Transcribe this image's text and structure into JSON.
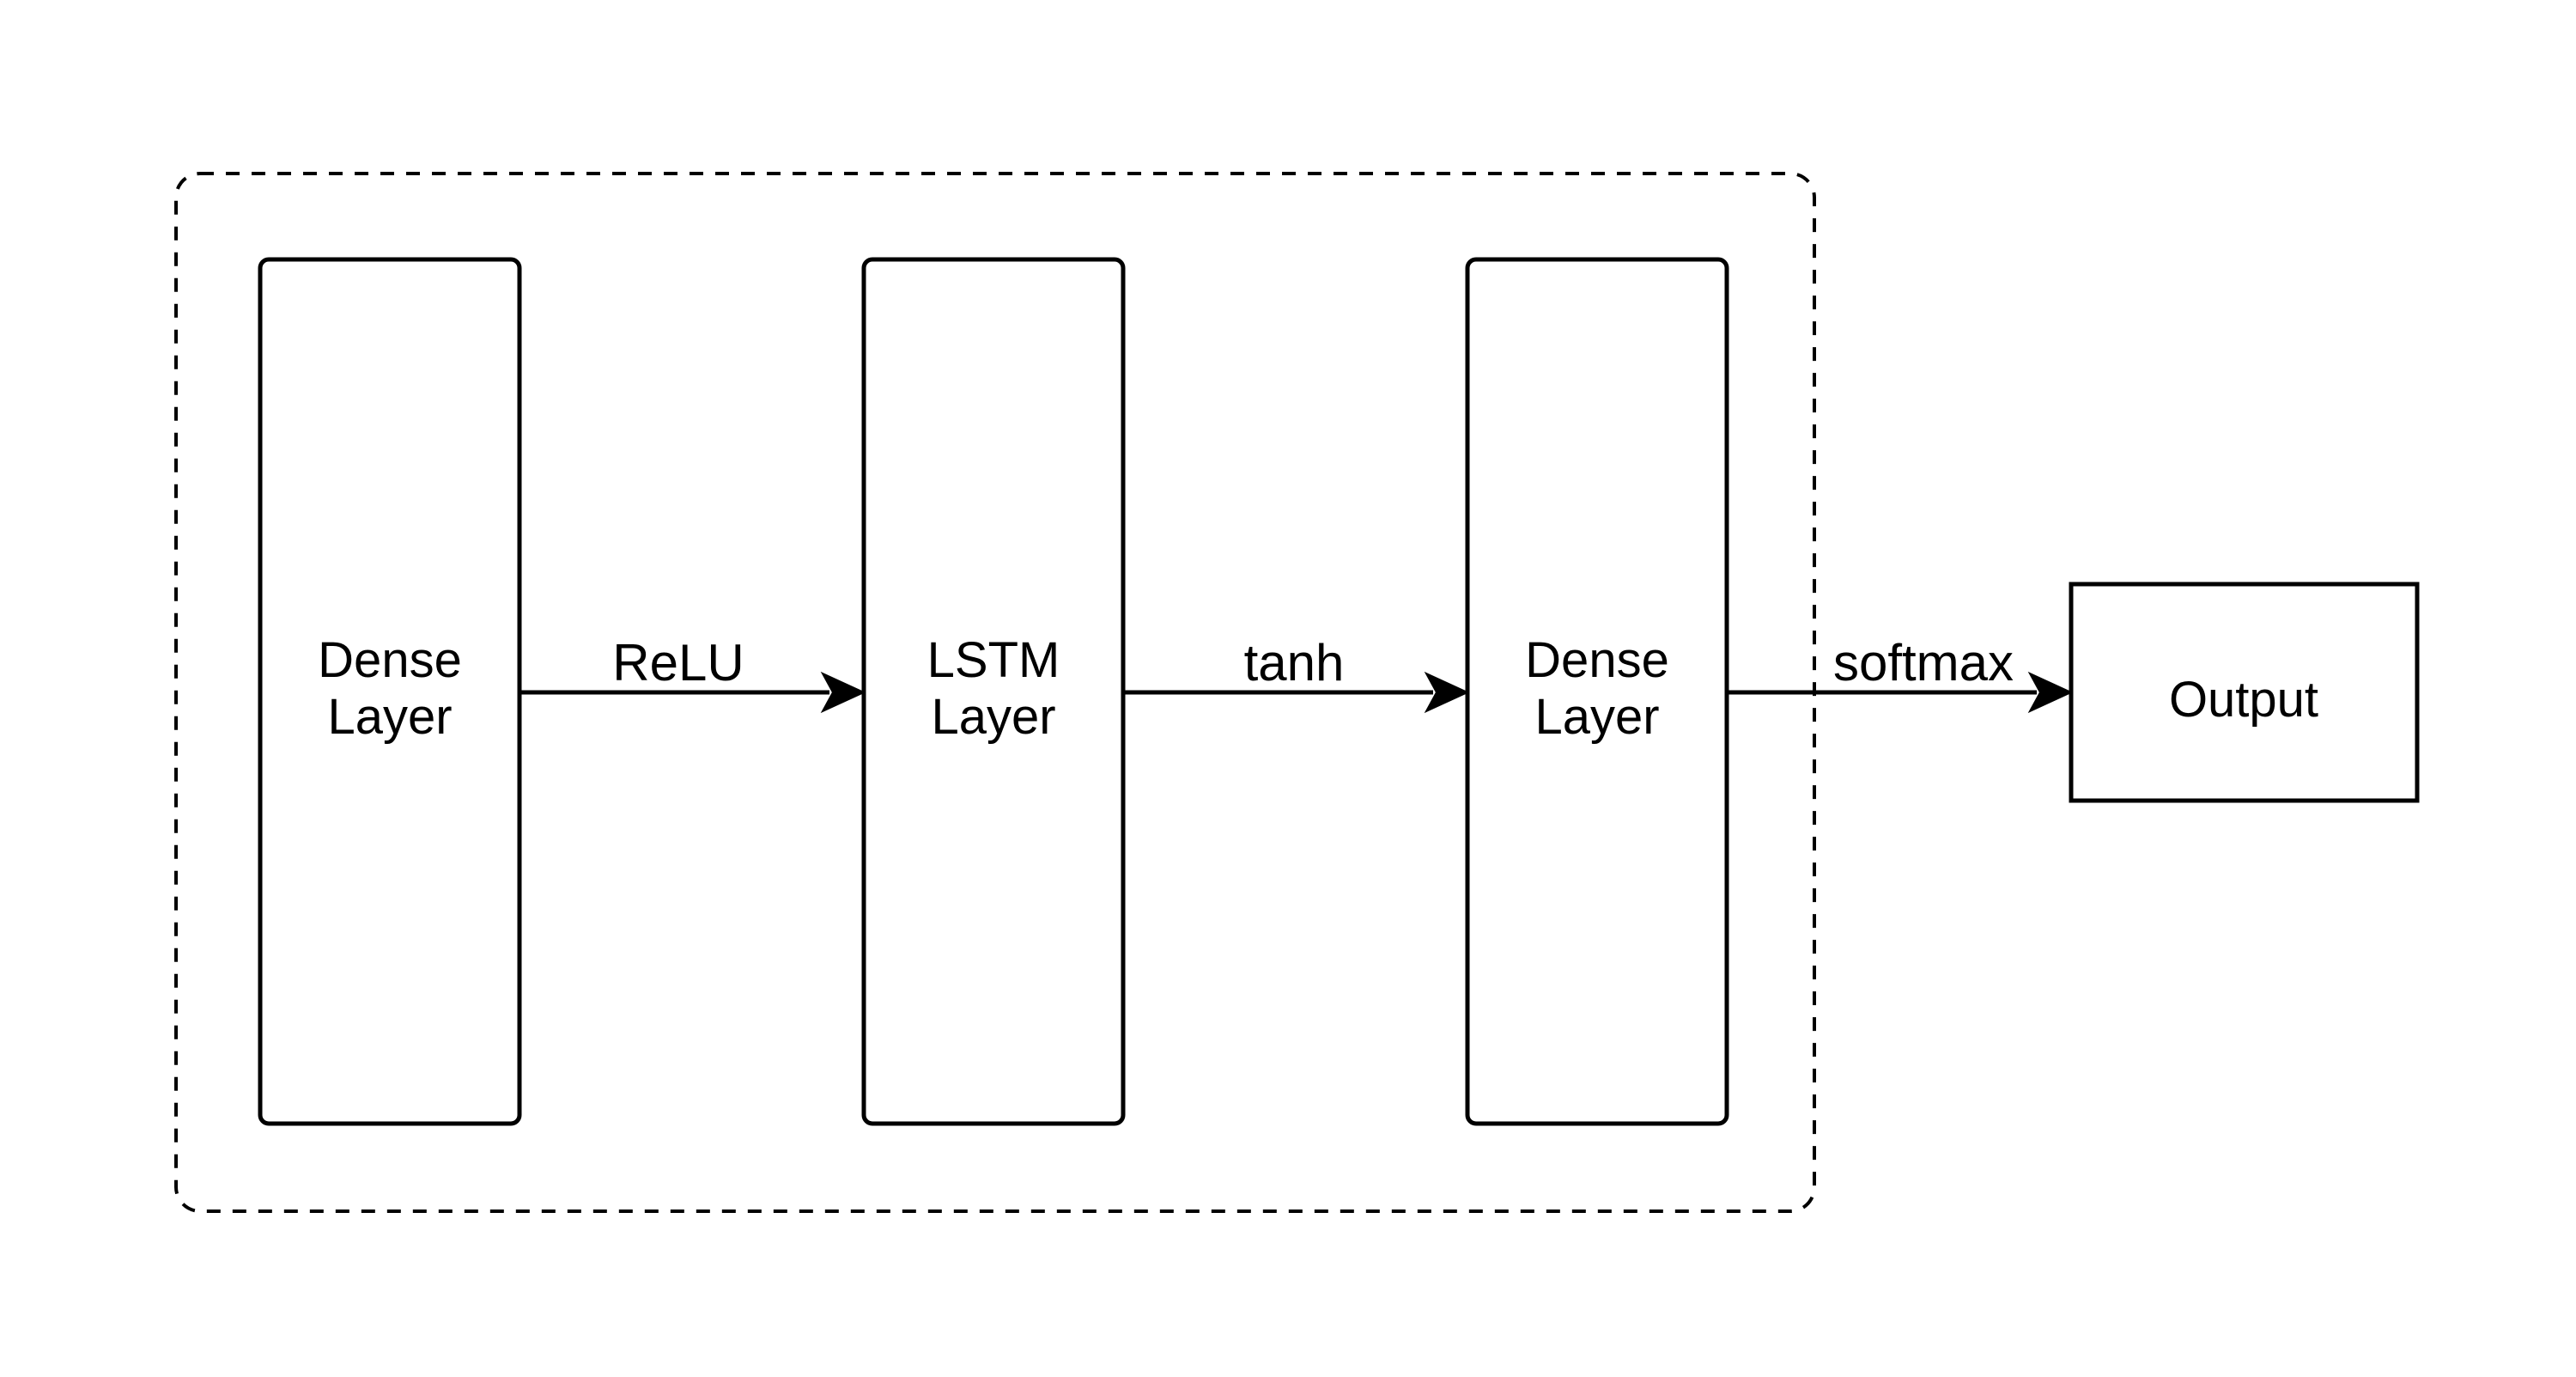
{
  "diagram": {
    "group": {
      "style": "dashed-rounded"
    },
    "nodes": [
      {
        "id": "dense1",
        "lines": [
          "Dense",
          "Layer"
        ]
      },
      {
        "id": "lstm",
        "lines": [
          "LSTM",
          "Layer"
        ]
      },
      {
        "id": "dense2",
        "lines": [
          "Dense",
          "Layer"
        ]
      },
      {
        "id": "output",
        "lines": [
          "Output"
        ]
      }
    ],
    "edges": [
      {
        "from": "dense1",
        "to": "lstm",
        "label": "ReLU"
      },
      {
        "from": "lstm",
        "to": "dense2",
        "label": "tanh"
      },
      {
        "from": "dense2",
        "to": "output",
        "label": "softmax"
      }
    ]
  }
}
